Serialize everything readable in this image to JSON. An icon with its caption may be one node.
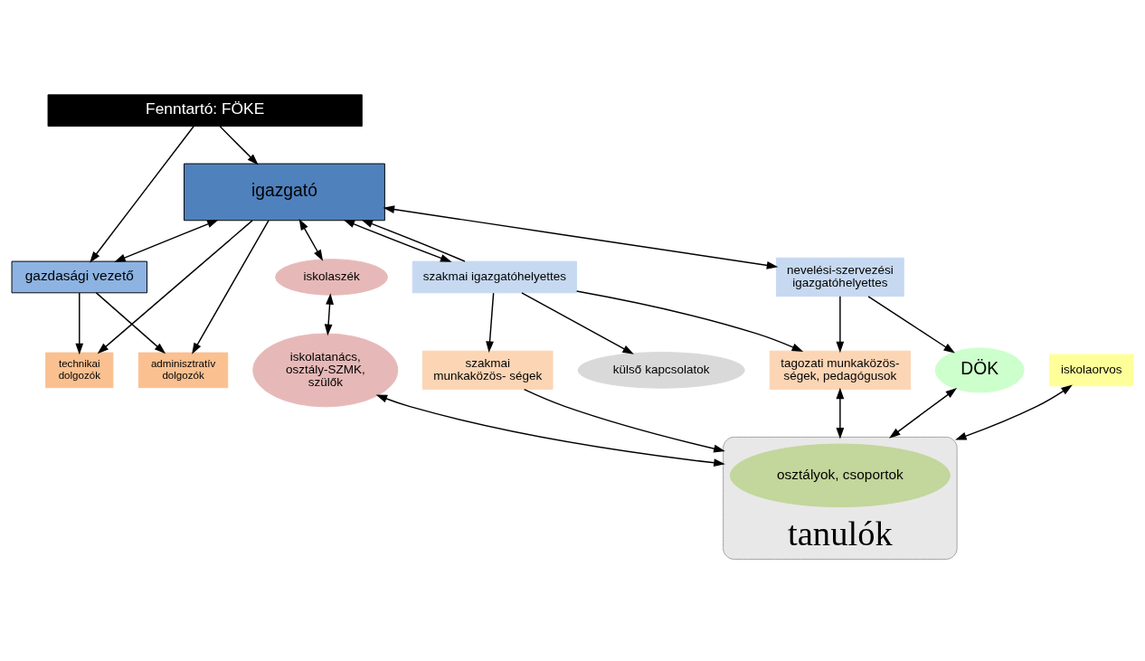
{
  "diagram": {
    "nodes": [
      {
        "text": [
          "Fenntartó: FÖKE"
        ]
      },
      {
        "text": [
          "igazgató"
        ]
      },
      {
        "text": [
          "gazdasági vezető"
        ]
      },
      {
        "text": [
          "iskolaszék"
        ]
      },
      {
        "text": [
          "szakmai igazgatóhelyettes"
        ]
      },
      {
        "text": [
          "nevelési-szervezési igazgatóhelyettes"
        ]
      },
      {
        "text": [
          "adminisztratív dolgozók"
        ]
      },
      {
        "text": [
          "technikai dolgozók"
        ]
      },
      {
        "text": [
          "szakmai munkaközös- ségek"
        ]
      },
      {
        "text": [
          "tagozati munkaközös- ségek, pedagógusok"
        ]
      },
      {
        "text": [
          "DÖK"
        ]
      },
      {
        "text": [
          "külső kapcsolatok"
        ]
      },
      {
        "text": [
          "tanulók"
        ]
      },
      {
        "text": [
          "osztályok, csoportok"
        ],
        "in": 12
      },
      {
        "text": [
          "iskolatanács, osztály-SZMK, szülők"
        ]
      },
      {
        "text": [
          "iskolaorvos"
        ]
      }
    ],
    "edges": [
      {
        "from": 0,
        "to": 2,
        "arrow": "to"
      },
      {
        "from": 0,
        "to": 1,
        "arrow": "to"
      },
      {
        "from": 1,
        "to": 2,
        "arrow": "both"
      },
      {
        "from": 1,
        "to": 3,
        "arrow": "both"
      },
      {
        "from": 1,
        "to": 6,
        "arrow": "to"
      },
      {
        "from": 1,
        "to": 7,
        "arrow": "to"
      },
      {
        "from": 4,
        "to": 1,
        "arrow": "to"
      },
      {
        "from": 1,
        "to": 4,
        "arrow": "both"
      },
      {
        "from": 1,
        "to": 5,
        "arrow": "both"
      },
      {
        "from": 2,
        "to": 6,
        "arrow": "to"
      },
      {
        "from": 2,
        "to": 7,
        "arrow": "to"
      },
      {
        "from": 4,
        "to": 11,
        "arrow": "to"
      },
      {
        "from": 4,
        "to": 8,
        "arrow": "to"
      },
      {
        "from": 4,
        "to": 9,
        "arrow": "to"
      },
      {
        "from": 5,
        "to": 9,
        "arrow": "to"
      },
      {
        "from": 5,
        "to": 10,
        "arrow": "to"
      },
      {
        "from": 8,
        "to": 12,
        "arrow": "to"
      },
      {
        "from": 9,
        "to": 12,
        "arrow": "both"
      },
      {
        "from": 10,
        "to": 12,
        "arrow": "both"
      },
      {
        "from": 3,
        "to": 14,
        "arrow": "both"
      },
      {
        "from": 14,
        "to": 12,
        "arrow": "both"
      },
      {
        "from": 15,
        "to": 12,
        "arrow": "both"
      }
    ]
  }
}
